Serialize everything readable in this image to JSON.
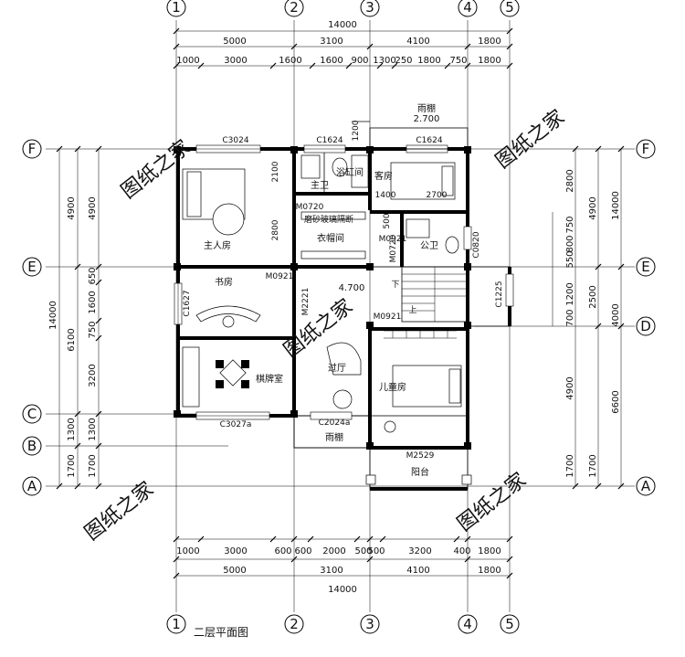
{
  "title": "二层平面图",
  "watermark": "图纸之家",
  "axes": {
    "top": [
      "1",
      "2",
      "3",
      "4",
      "5"
    ],
    "bottom": [
      "1",
      "2",
      "3",
      "4",
      "5"
    ],
    "left": [
      "F",
      "E",
      "C",
      "B",
      "A"
    ],
    "right": [
      "F",
      "E",
      "D",
      "A"
    ]
  },
  "dims": {
    "top_total": "14000",
    "top_mid": [
      "5000",
      "3100",
      "4100",
      "1800"
    ],
    "top_fine": [
      "1000",
      "3000",
      "1600",
      "1600",
      "900",
      "1300",
      "250",
      "1800",
      "750",
      "1800"
    ],
    "bottom_fine": [
      "1000",
      "3000",
      "600",
      "600",
      "2000",
      "500",
      "500",
      "3200",
      "400",
      "1800"
    ],
    "bottom_mid": [
      "5000",
      "3100",
      "4100",
      "1800"
    ],
    "bottom_total": "14000",
    "left_total": "14000",
    "left_mid": [
      "4900",
      "6100",
      "1300",
      "1700"
    ],
    "left_fine": [
      "4900",
      "650",
      "1600",
      "750",
      "3200",
      "1300",
      "1700"
    ],
    "right_total": "14000",
    "right_mid": [
      "4900",
      "4000",
      "6600",
      "1700"
    ],
    "right_fine": [
      "2800",
      "750",
      "800",
      "550",
      "1200",
      "700",
      "4900",
      "1700"
    ],
    "right_fine2": [
      "2500"
    ]
  },
  "rooms": {
    "master_bedroom": "主人房",
    "master_bath": "主卫",
    "bathtub": "浴缸间",
    "guest_room": "客房",
    "public_bath": "公卫",
    "study": "书房",
    "chess_room": "棋牌室",
    "hall": "过厅",
    "kids_room": "儿童房",
    "rain_canopy_top": "雨棚",
    "rain_canopy_bottom": "雨棚",
    "balcony": "阳台",
    "cloakroom": "衣帽间",
    "frosted_glass": "磨砂玻璃隔断",
    "stair_down": "下",
    "stair_up": "上"
  },
  "labels": {
    "c3024": "C3024",
    "c1624a": "C1624",
    "c1624b": "C1624",
    "m0720a": "M0720",
    "m0720b": "M0720",
    "m0921a": "M0921",
    "m0921b": "M0921",
    "m0921c": "M0921",
    "m2221": "M2221",
    "c1627": "C1627",
    "c1225": "C1225",
    "c0820": "C0820",
    "c3027a": "C3027a",
    "c2024a": "C2024a",
    "m2529": "M2529",
    "elev1": "2.700",
    "elev2": "4.700",
    "d2100": "2100",
    "d2800": "2800",
    "d1200": "1200",
    "d1400": "1400",
    "d2700": "2700",
    "d500": "500"
  }
}
